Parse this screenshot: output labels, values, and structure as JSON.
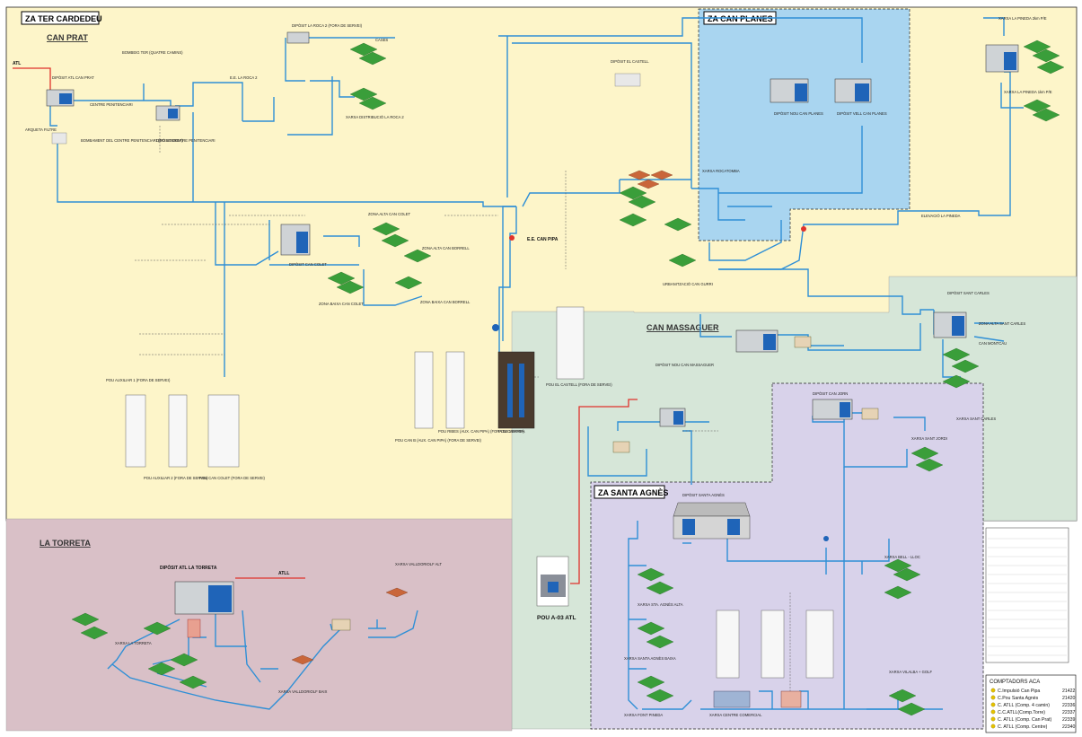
{
  "zones": {
    "ter_cardedeu": "ZA TER CARDEDEU",
    "can_planes": "ZA CAN PLANES",
    "santa_agnes": "ZA SANTA AGNÈS",
    "la_torreta": "LA TORRETA",
    "can_massaguer": "CAN MASSAGUER",
    "can_prat": "CAN PRAT"
  },
  "labels": {
    "atl": "ATL",
    "atll": "ATLL",
    "diposit_atl_can_prat": "DIPÒSIT ATL CAN PRAT",
    "arqueta_filtre": "ARQUETA FILTRE",
    "bombeig_ter": "BOMBEIG TER (QUATRE CAMINS)",
    "centre_penitenciari": "CENTRE PENITENCIARI",
    "bombament_centre": "BOMBAMENT DEL CENTRE PENITENCIARI (NO SOBREA)",
    "diposit_centre": "DIPÒSIT CENTRE PENITENCIARI",
    "ee_la_roca_2": "E.E. LA ROCA 2",
    "diposit_la_roca_2": "DIPÒSIT LA ROCA 2 (FORA DE SERVEI)",
    "cases": "CASES",
    "xarxa_distribucio_la_roca": "XARXA DISTRIBUCIÓ LA ROCA 2",
    "diposit_el_castell": "DIPÒSIT EL CASTELL",
    "diposit_nou_can_planes": "DIPÒSIT NOU CAN PLANES",
    "diposit_vell_can_planes": "DIPÒSIT VELL CAN PLANES",
    "diposit_la_pineda": "XARXA LA PINEDA 2km P/E",
    "xarxa_la_pineda": "XARXA LA PINEDA 1km P/E",
    "zona_alta_can_colet": "ZONA ALTA CAN COLET",
    "zona_alta_can_borrell": "ZONA ALTA CAN BORRELL",
    "diposit_can_colet": "DIPÒSIT CAN COLET",
    "zona_baixa_can_colet": "ZONA BAIXA CAN COLET",
    "zona_baixa_can_borrell": "ZONA BAIXA CAN BORRELL",
    "ee_can_pipa": "E.E. CAN PIPA",
    "xarxa_rocatomba": "XARXA ROCATOMBA",
    "elevacio_la_pineda": "ELEVACIÓ LA PINEDA",
    "urbanitzacio_can_guri": "URBANITZACIÓ CAN GURRI",
    "diposit_sant_carles": "DIPÒSIT SANT CARLES",
    "zona_alta_sant_carles": "ZONA ALTA SANT CARLES",
    "can_montcau": "CAN MONTCAU",
    "xarxa_sant_carles": "XARXA SANT CARLES",
    "diposit_can_massaguer": "DIPÒSIT NOU CAN MASSAGUER",
    "pou_auxiliar_1": "POU AUXILIAR 1 (FORA DE SERVEI)",
    "pou_auxiliar_2": "POU AUXILIAR 2 (FORA DE SERVEI)",
    "pou_can_colet": "POU CAN COLET (FORA DE SERVEI)",
    "pou_can_pipa": "POU CAN PIPA",
    "pou_el_castell": "POU EL CASTELL (FORA DE SERVEI)",
    "pou_ribes": "POU RIBES (AUX. CAN PIPA) (FORA DE SERVEI)",
    "pou_can_b": "POU CAN B (AUX. CAN PIPA) (FORA DE SERVEI)",
    "diposit_atl_la_torreta": "DIPÒSIT ATL LA TORRETA",
    "xarxa_la_torreta": "XARXA LA TORRETA",
    "xarxa_vallderiolf_alt": "XARXA VALLDORIOLF ALT",
    "xarxa_vallderiolf_baix": "XARXA VALLDORIOLF BAIX",
    "pou_a03_atl": "POU A-03 ATL",
    "diposit_santa_agnes": "DIPÒSIT SANTA AGNÈS",
    "xarxa_santa_agnes_alta": "XARXA STA. AGNÈS ALTA",
    "xarxa_santa_agnes_baixa": "XARXA SANTA AGNÈS BAIXA",
    "xarxa_font_pineda": "XARXA FONT PINEDA",
    "xarxa_bell_lloc": "XARXA BELL - LLOC",
    "xarxa_vilalba_golf": "XARXA VILALBA + GOLF",
    "xarxa_centre_comercial": "XARXA CENTRE COMERCIAL",
    "xarxa_sant_jordi": "XARXA SANT JORDI",
    "diposit_can_jorn": "DIPÒSIT CAN JORN"
  },
  "legend": {
    "title": "COMPTADORS ACA",
    "rows": [
      {
        "name": "C.Impulsió Can Pipa",
        "code": "21422"
      },
      {
        "name": "C.Pou Santa Agnès",
        "code": "21420"
      },
      {
        "name": "C. ATLL (Comp. 4 camin)",
        "code": "22336"
      },
      {
        "name": "C.C.ATLL(Comp.Torre)",
        "code": "22337"
      },
      {
        "name": "C. ATLL (Comp. Can Prat)",
        "code": "22339"
      },
      {
        "name": "C. ATLL (Comp. Centre)",
        "code": "22340"
      }
    ]
  },
  "colors": {
    "zone_ter_cardedeu": "#fdf5c9",
    "zone_can_planes": "#a9d5f0",
    "zone_torreta": "#d9c0c7",
    "zone_massaguer": "#d6e6d8",
    "zone_santa_agnes": "#d8d2ea",
    "pipe": "#2f8fd6",
    "pipe_atl": "#e0322b",
    "accent_label": "#e08a1e"
  }
}
